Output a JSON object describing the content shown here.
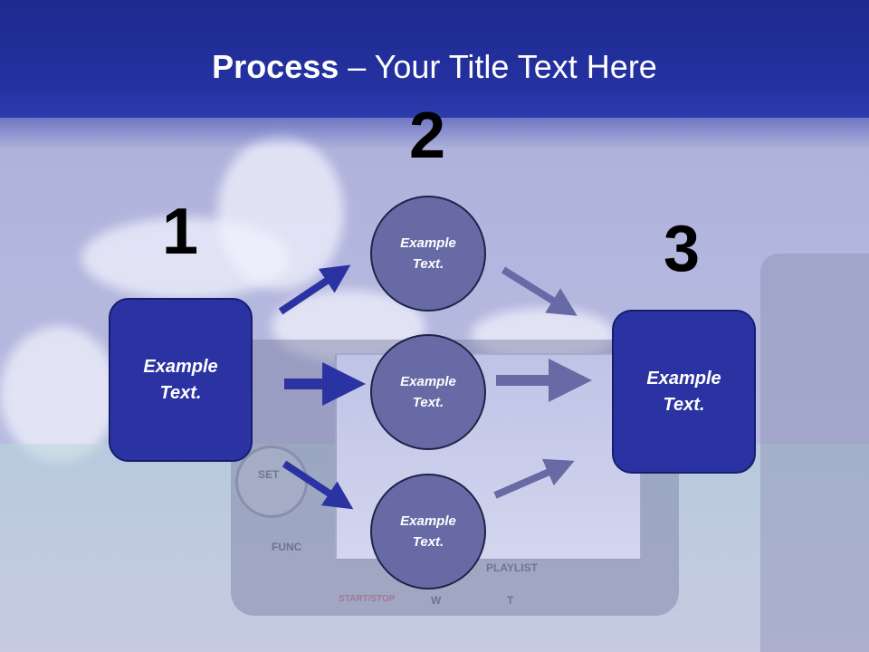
{
  "title": {
    "bold": "Process",
    "rest": " – Your Title Text Here"
  },
  "steps": [
    {
      "number": "1",
      "text": "Example Text."
    },
    {
      "number": "2",
      "items": [
        {
          "text": "Example Text."
        },
        {
          "text": "Example Text."
        },
        {
          "text": "Example Text."
        }
      ]
    },
    {
      "number": "3",
      "text": "Example Text."
    }
  ],
  "background": {
    "camera_labels": [
      "SET",
      "FUNC",
      "PLAYLIST",
      "START/STOP",
      "W",
      "T"
    ]
  },
  "colors": {
    "title_band": "#2431a0",
    "box_fill": "#2b33a3",
    "circle_fill": "#676aa4",
    "arrow_dark": "#2b33a3",
    "arrow_muted": "#676aa4"
  }
}
